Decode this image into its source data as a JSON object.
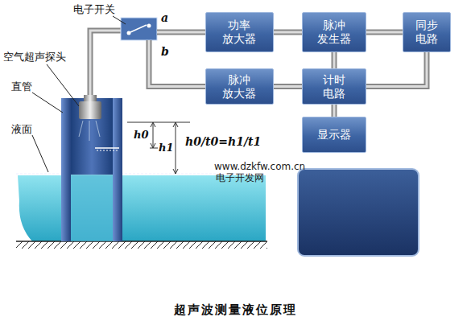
{
  "diagram": {
    "caption": "超声波测量液位原理",
    "nodes": [
      {
        "text": [
          "电子开关"
        ]
      },
      {
        "text": [
          "功率 放大器"
        ]
      },
      {
        "text": [
          "脉冲 发生器"
        ]
      },
      {
        "text": [
          "同步 电路"
        ]
      },
      {
        "text": [
          "脉冲 放大器"
        ]
      },
      {
        "text": [
          "计时 电路"
        ]
      },
      {
        "text": [
          "显示器"
        ]
      }
    ],
    "edges": [
      {
        "from": 0,
        "to": 1,
        "arrow": "none",
        "label": "a"
      },
      {
        "from": 1,
        "to": 2,
        "arrow": "none"
      },
      {
        "from": 2,
        "to": 3,
        "arrow": "none"
      },
      {
        "from": 2,
        "to": 5,
        "arrow": "none"
      },
      {
        "from": 3,
        "to": 5,
        "arrow": "none"
      },
      {
        "from": 0,
        "to": 4,
        "arrow": "none",
        "label": "b"
      },
      {
        "from": 4,
        "to": 5,
        "arrow": "none"
      },
      {
        "from": 5,
        "to": 6,
        "arrow": "none"
      }
    ],
    "labels": [
      "空气超声探头",
      "直管",
      "液面",
      "h0",
      "h1",
      "h0/t0=h1/t1",
      "www.dzkfw.com.cn",
      "电子开发网"
    ]
  }
}
